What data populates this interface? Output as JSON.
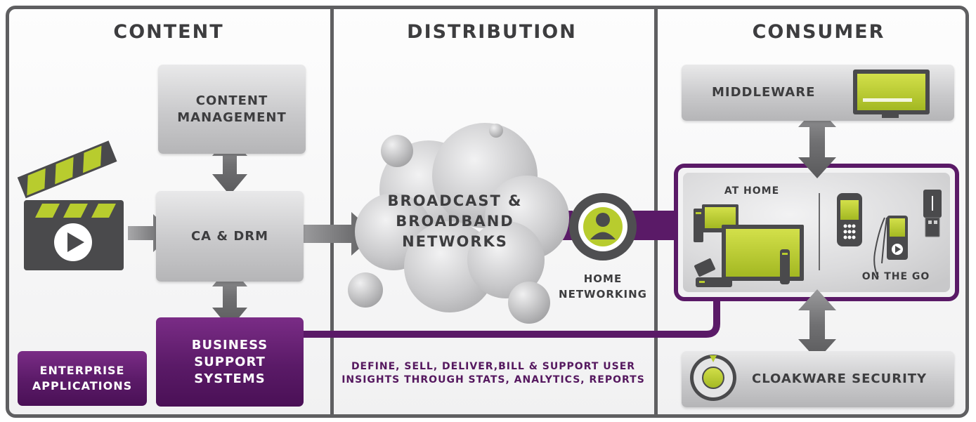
{
  "columns": {
    "content": "CONTENT",
    "distribution": "DISTRIBUTION",
    "consumer": "CONSUMER"
  },
  "content": {
    "content_management": "CONTENT MANAGEMENT",
    "ca_drm": "CA & DRM",
    "bss": "BUSINESS SUPPORT SYSTEMS",
    "enterprise": "ENTERPRISE APPLICATIONS"
  },
  "distribution": {
    "cloud": "BROADCAST & BROADBAND NETWORKS",
    "home_networking": "HOME NETWORKING",
    "note": "DEFINE, SELL, DELIVER,BILL & SUPPORT USER INSIGHTS THROUGH STATS, ANALYTICS, REPORTS"
  },
  "consumer": {
    "middleware": "MIDDLEWARE",
    "at_home": "AT HOME",
    "on_the_go": "ON THE GO",
    "security": "CLOAKWARE SECURITY"
  },
  "colors": {
    "purple": "#5a1a67",
    "lime": "#b8cc2e",
    "grey": "#5f5f61"
  },
  "icons": [
    "clapperboard-icon",
    "user-icon",
    "television-icon",
    "devices-icon",
    "safe-dial-icon"
  ]
}
